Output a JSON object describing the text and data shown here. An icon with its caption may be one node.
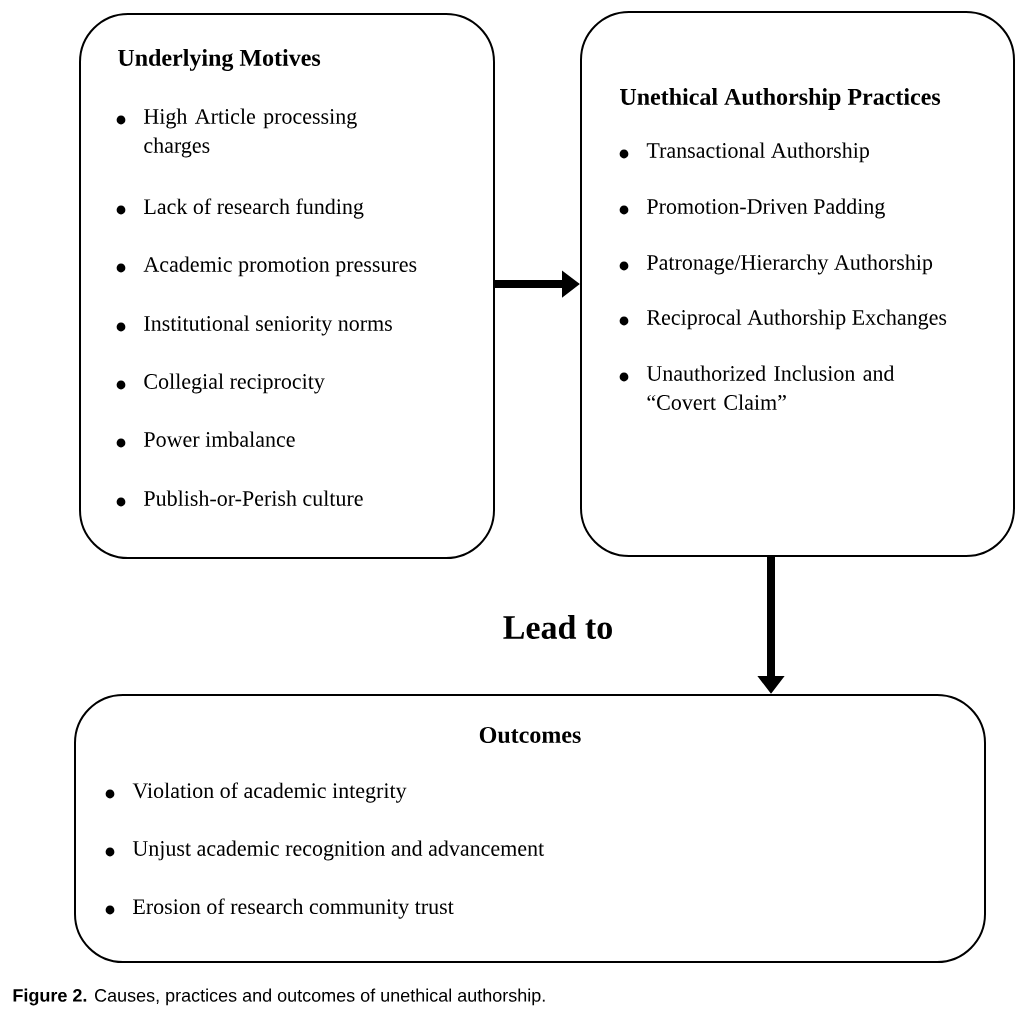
{
  "diagram": {
    "caption": "**Figure 2.** Causes, practices and outcomes of unethical authorship.",
    "nodes": [
      {
        "text": [
          "Underlying Motives",
          "High Article processing charges",
          "Lack of research funding",
          "Academic promotion pressures",
          "Institutional seniority norms",
          "Collegial reciprocity",
          "Power imbalance",
          "Publish-or-Perish culture"
        ]
      },
      {
        "text": [
          "Unethical Authorship Practices",
          "Transactional Authorship",
          "Promotion-Driven Padding",
          "Patronage/Hierarchy Authorship",
          "Reciprocal Authorship Exchanges",
          "Unauthorized Inclusion and “Covert Claim”"
        ]
      },
      {
        "text": [
          "Outcomes",
          "Violation of academic integrity",
          "Unjust academic recognition and advancement",
          "Erosion of research community trust"
        ]
      }
    ],
    "edges": [
      {
        "from": 0,
        "to": 1,
        "arrow": "to"
      },
      {
        "from": 1,
        "to": 2,
        "arrow": "to",
        "label": "Lead to"
      }
    ]
  }
}
